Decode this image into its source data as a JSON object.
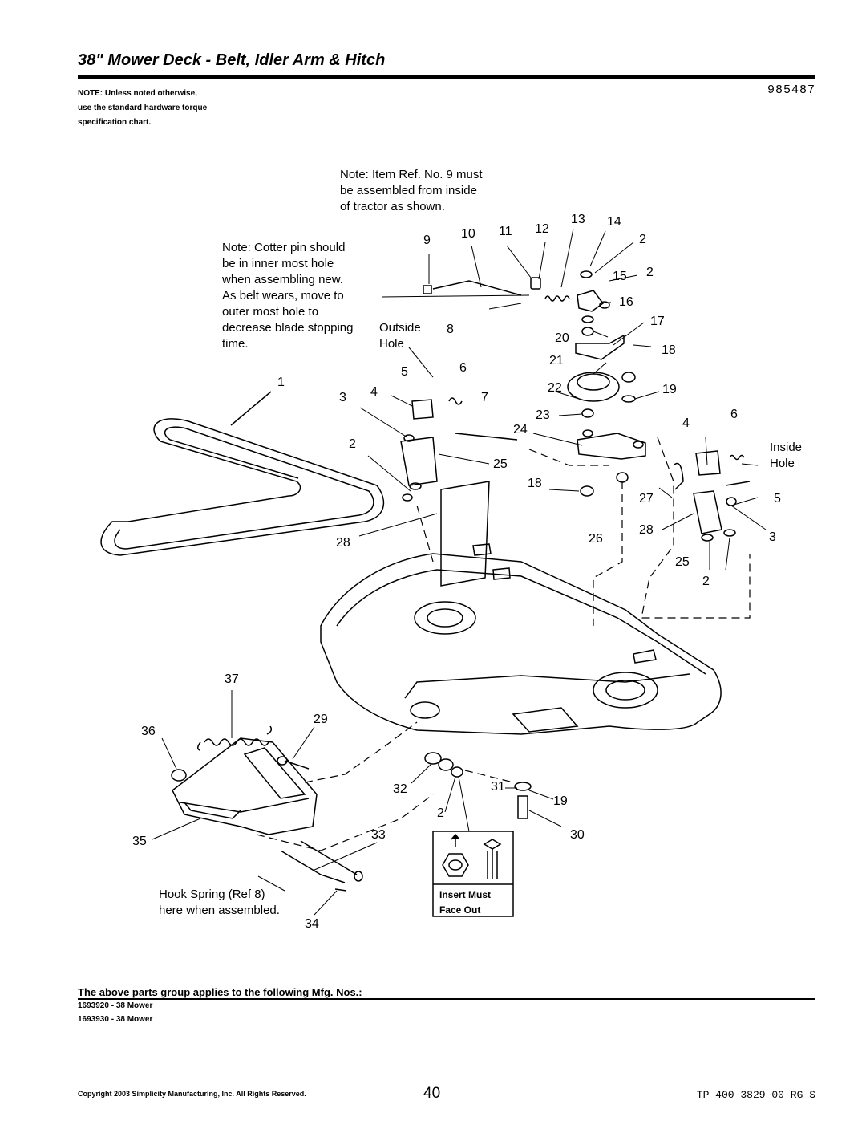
{
  "title": "38\" Mower Deck - Belt, Idler Arm & Hitch",
  "diagram_number": "985487",
  "top_note": [
    "NOTE: Unless noted otherwise,",
    "use the standard hardware torque",
    "specification chart."
  ],
  "notes": {
    "item9": [
      "Note: Item Ref. No. 9 must",
      "be assembled from inside",
      "of tractor as shown."
    ],
    "cotter": [
      "Note: Cotter pin should",
      "be in inner most hole",
      "when assembling new.",
      "As belt wears, move to",
      "outer most hole to",
      "decrease blade stopping",
      "time."
    ],
    "outside_hole": [
      "Outside",
      "Hole"
    ],
    "inside_hole": [
      "Inside",
      "Hole"
    ],
    "hook_spring": [
      "Hook Spring (Ref 8)",
      "here when assembled."
    ],
    "insert_must": [
      "Insert Must",
      "Face Out"
    ]
  },
  "callouts": [
    {
      "id": "c13",
      "text": "13"
    },
    {
      "id": "c14",
      "text": "14"
    },
    {
      "id": "c9",
      "text": "9"
    },
    {
      "id": "c10",
      "text": "10"
    },
    {
      "id": "c11",
      "text": "11"
    },
    {
      "id": "c12",
      "text": "12"
    },
    {
      "id": "c2a",
      "text": "2"
    },
    {
      "id": "c15",
      "text": "15"
    },
    {
      "id": "c2b",
      "text": "2"
    },
    {
      "id": "c16",
      "text": "16"
    },
    {
      "id": "c17",
      "text": "17"
    },
    {
      "id": "c8",
      "text": "8"
    },
    {
      "id": "c20",
      "text": "20"
    },
    {
      "id": "c18a",
      "text": "18"
    },
    {
      "id": "c21",
      "text": "21"
    },
    {
      "id": "c5a",
      "text": "5"
    },
    {
      "id": "c6a",
      "text": "6"
    },
    {
      "id": "c1",
      "text": "1"
    },
    {
      "id": "c3a",
      "text": "3"
    },
    {
      "id": "c4a",
      "text": "4"
    },
    {
      "id": "c7",
      "text": "7"
    },
    {
      "id": "c22",
      "text": "22"
    },
    {
      "id": "c19a",
      "text": "19"
    },
    {
      "id": "c23",
      "text": "23"
    },
    {
      "id": "c6b",
      "text": "6"
    },
    {
      "id": "c24",
      "text": "24"
    },
    {
      "id": "c4b",
      "text": "4"
    },
    {
      "id": "c2c",
      "text": "2"
    },
    {
      "id": "c25a",
      "text": "25"
    },
    {
      "id": "c18b",
      "text": "18"
    },
    {
      "id": "c27",
      "text": "27"
    },
    {
      "id": "c5b",
      "text": "5"
    },
    {
      "id": "c28a",
      "text": "28"
    },
    {
      "id": "c26",
      "text": "26"
    },
    {
      "id": "c28b",
      "text": "28"
    },
    {
      "id": "c3b",
      "text": "3"
    },
    {
      "id": "c25b",
      "text": "25"
    },
    {
      "id": "c2d",
      "text": "2"
    },
    {
      "id": "c37",
      "text": "37"
    },
    {
      "id": "c29",
      "text": "29"
    },
    {
      "id": "c36",
      "text": "36"
    },
    {
      "id": "c32",
      "text": "32"
    },
    {
      "id": "c31",
      "text": "31"
    },
    {
      "id": "c19b",
      "text": "19"
    },
    {
      "id": "c2e",
      "text": "2"
    },
    {
      "id": "c35",
      "text": "35"
    },
    {
      "id": "c33",
      "text": "33"
    },
    {
      "id": "c30",
      "text": "30"
    },
    {
      "id": "c34",
      "text": "34"
    }
  ],
  "applies_heading": "The above parts group applies to the following Mfg. Nos.:",
  "mfg_numbers": [
    "1693920 - 38 Mower",
    "1693930 - 38 Mower"
  ],
  "footer": {
    "copyright": "Copyright 2003 Simplicity Manufacturing, Inc. All Rights Reserved.",
    "page": "40",
    "doc_id": "TP 400-3829-00-RG-S"
  }
}
